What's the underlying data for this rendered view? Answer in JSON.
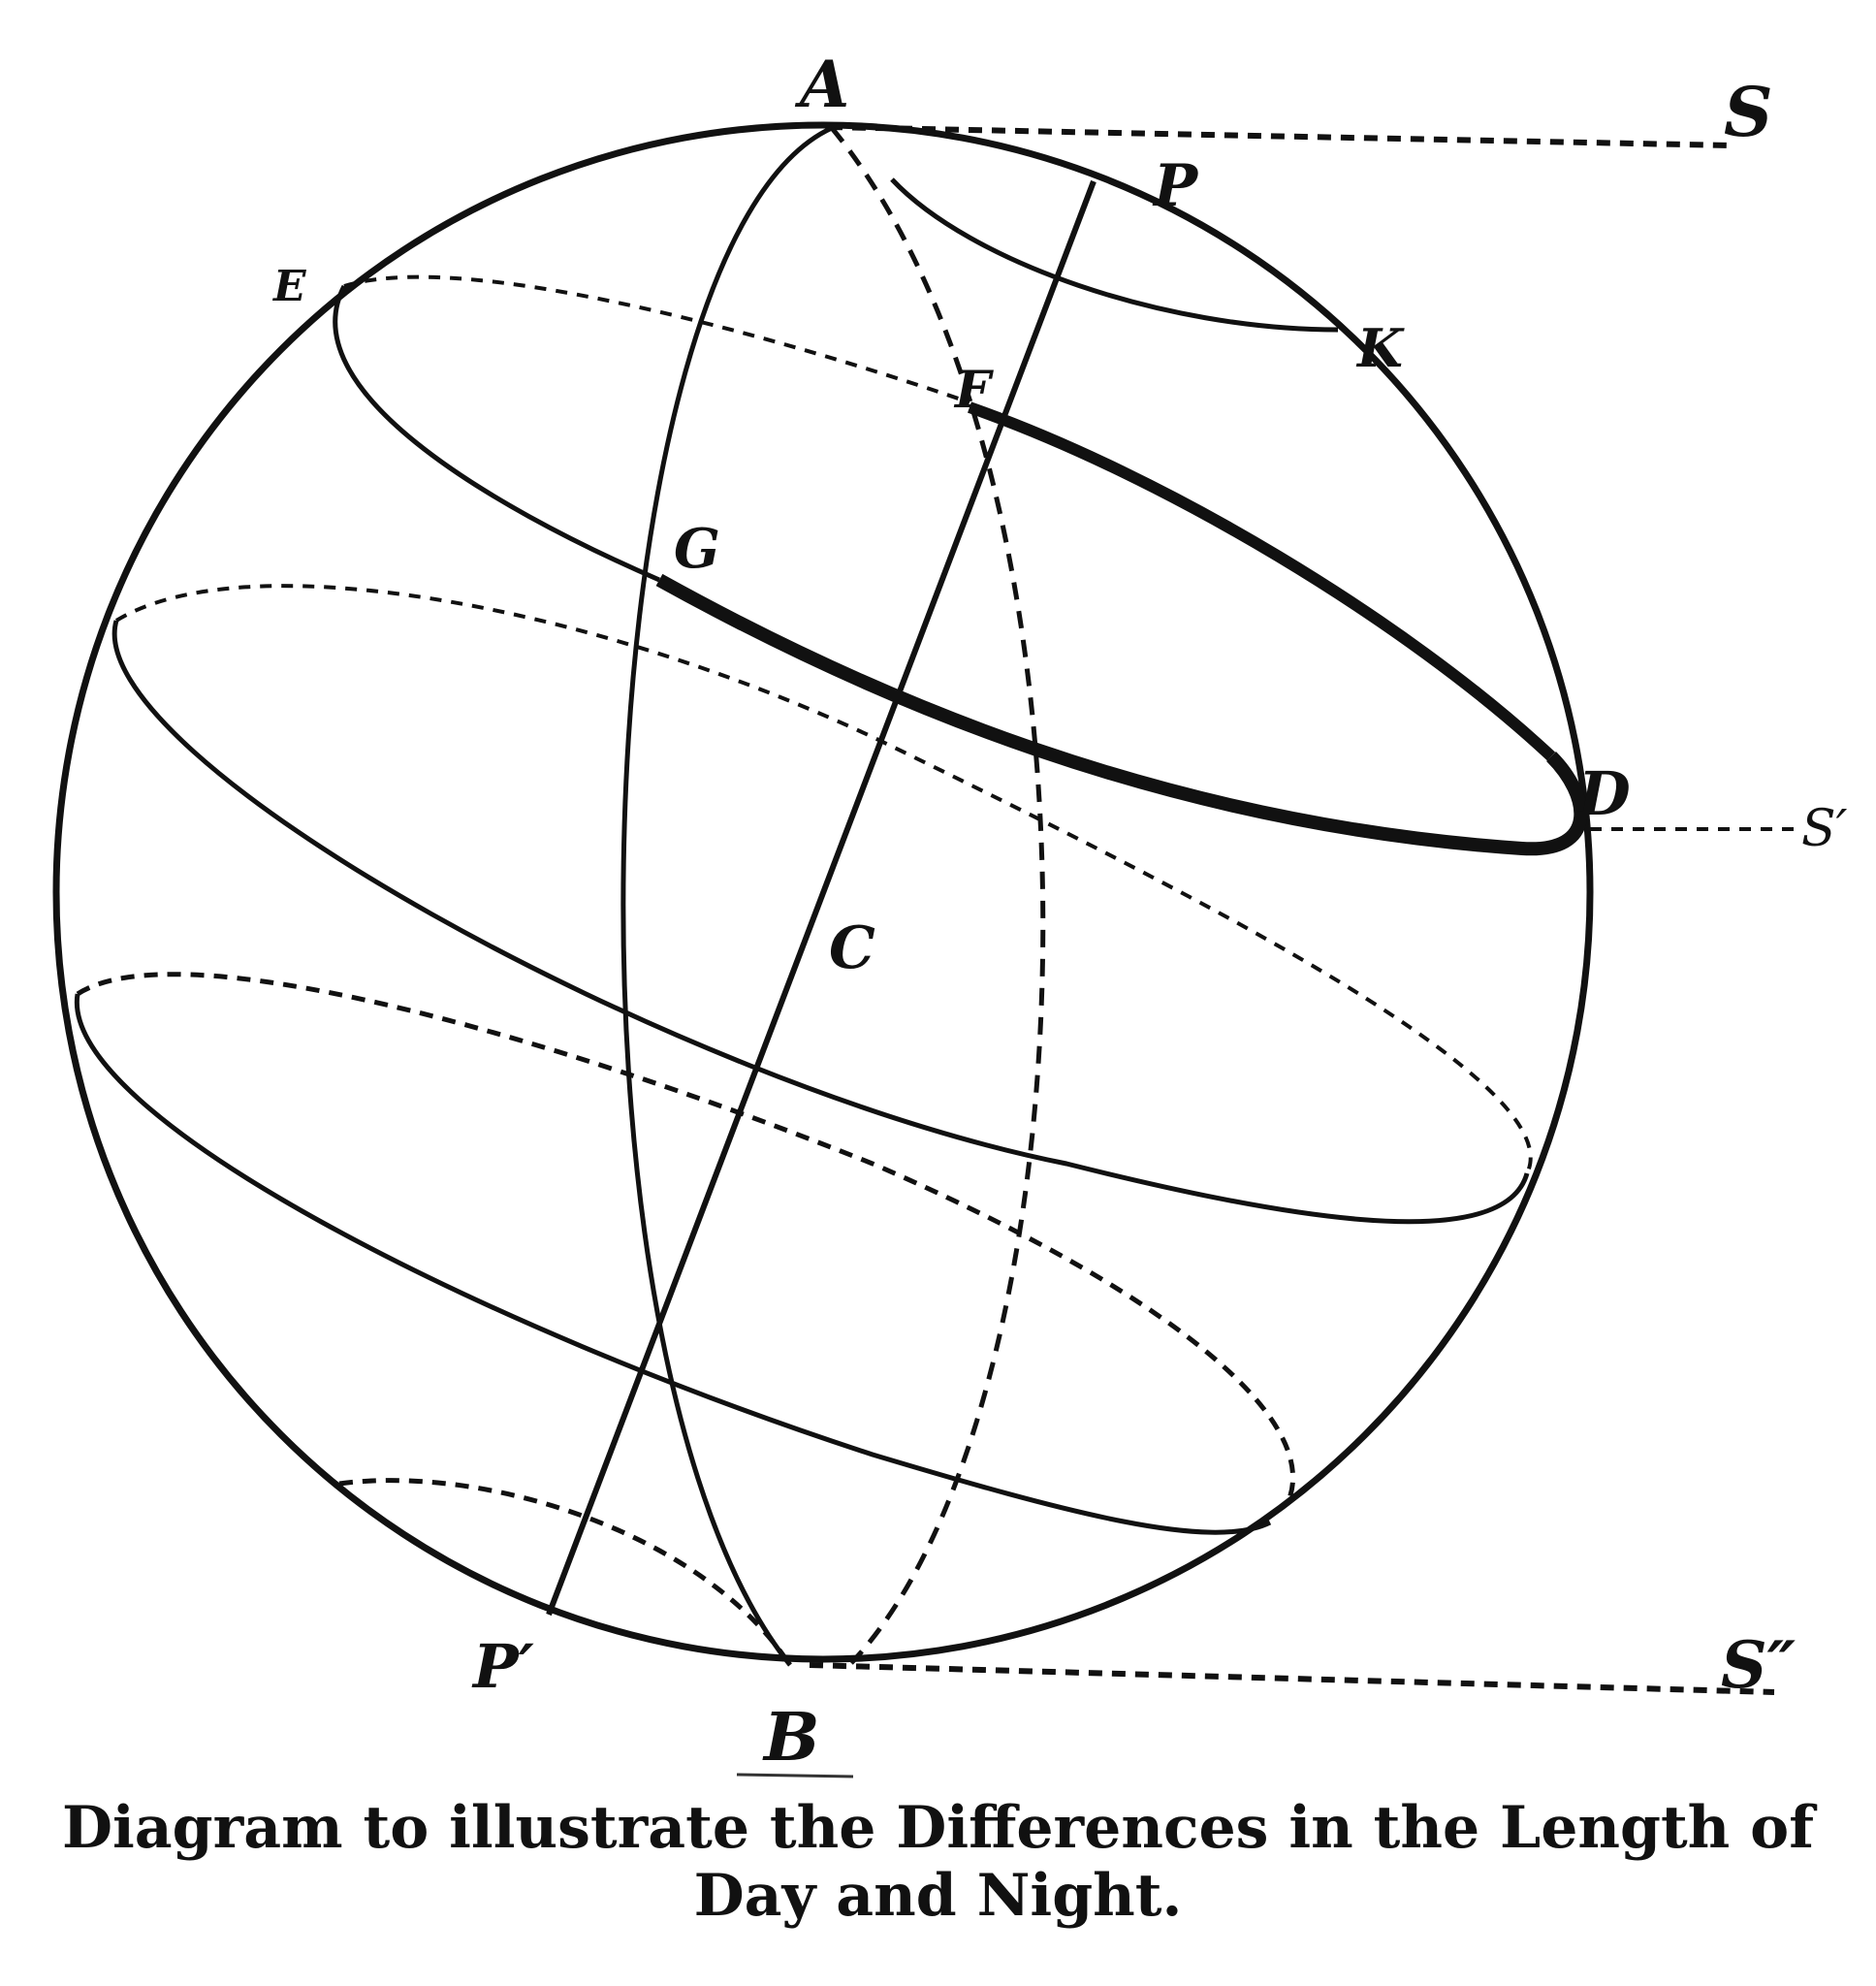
{
  "labels": {
    "A": "A",
    "B": "B",
    "C": "C",
    "D": "D",
    "E": "E",
    "F": "F",
    "G": "G",
    "K": "K",
    "P": "P",
    "P_prime": "P′",
    "S": "S",
    "S_prime": "S′",
    "S_double_prime": "S″"
  },
  "caption": {
    "line1": "Diagram to illustrate the Differences in the Length of",
    "line2": "Day and Night."
  },
  "colors": {
    "ink": "#111111",
    "paper": "#ffffff"
  }
}
